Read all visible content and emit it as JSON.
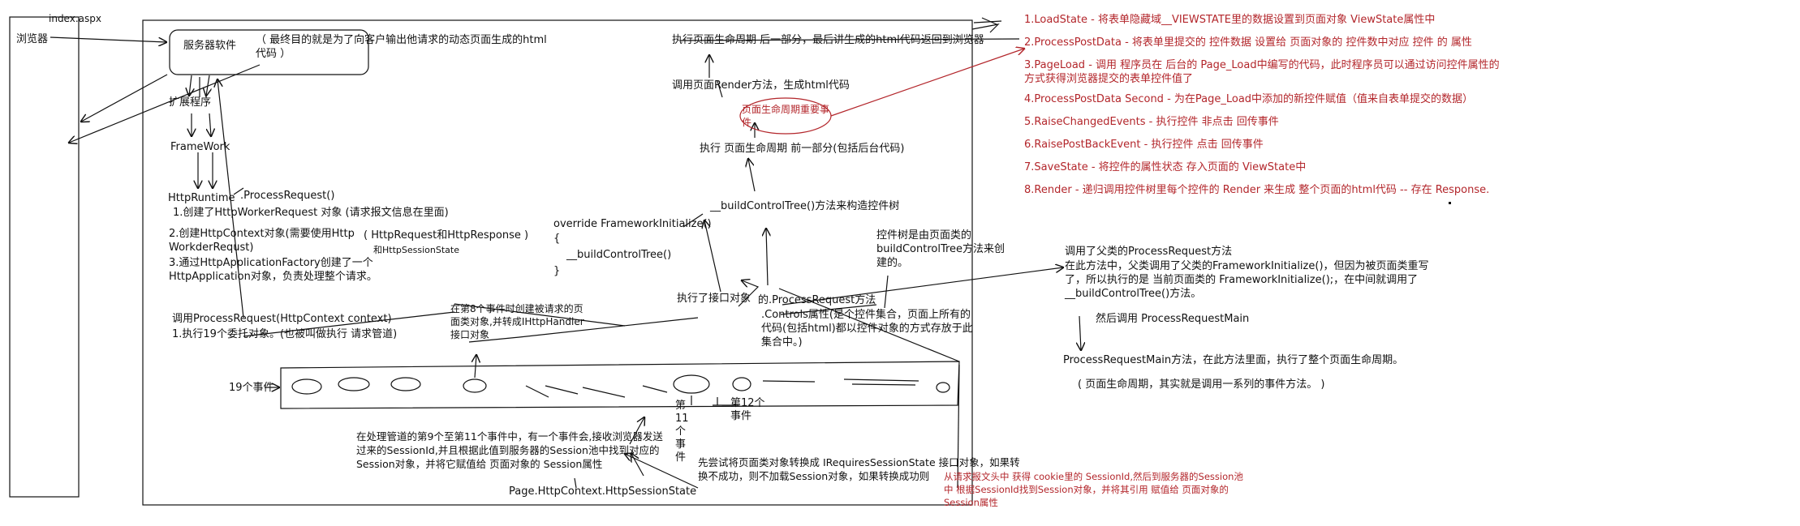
{
  "title_file": "index.aspx",
  "browser": "浏览器",
  "server": {
    "label": "服务器软件",
    "note": "（ 最终目的就是为了向客户输出他请求的动态页面生成的html代码 ）"
  },
  "pipeline": {
    "ext": "扩展程序",
    "framework": "FrameWork",
    "runtime": "HttpRuntime",
    "process_request": ".ProcessRequest()",
    "step1": "1.创建了HttpWorkerRequest 对象 (请求报文信息在里面)",
    "step2": "2.创建HttpContext对象(需要使用Http WorkderRequst)",
    "step2_note": "( HttpRequest和HttpResponse )",
    "step2_note2": "和HttpSessionState",
    "step3": "3.通过HttpApplicationFactory创建了一个HttpApplication对象，负责处理整个请求。",
    "call_pr": "调用ProcessRequest(HttpContext context)",
    "call_pr2": "1.执行19个委托对象。(也被叫做执行 请求管道)",
    "events19": "19个事件",
    "event8": "在第8个事件时创建被请求的页面类对象,并转成IHttpHandler接口对象",
    "event11": "第11个事件",
    "event12": "第12个事件",
    "session_note": "在处理管道的第9个至第11个事件中，有一个事件会,接收浏览器发送过来的SessionId,并且根据此值到服务器的Session池中找到对应的Session对象，并将它赋值给 页面对象的 Session属性",
    "page_ctx": "Page.HttpContext.HttpSessionState",
    "session_convert": "先尝试将页面类对象转换成 IRequiresSessionState 接口对象，如果转换不成功，则不加载Session对象，如果转换成功则",
    "session_convert_red": "从请求报文头中 获得 cookie里的 SessionId,然后到服务器的Session池中 根据SessionId找到Session对象，并将其引用 赋值给 页面对象的Session属性"
  },
  "page": {
    "exec_tail": "执行页面生命周期 后一部分，最后讲生成的html代码返回到浏览器",
    "render": "调用页面Render方法，生成html代码",
    "important": "页面生命周期重要事件",
    "exec_front": "执行 页面生命周期 前一部分(包括后台代码)",
    "build_tree": "__buildControlTree()方法来构造控件树",
    "override": "override FrameworkInitialize()",
    "brace_open": "{",
    "override_body": "__buildControlTree()",
    "brace_close": "}",
    "tree_note": "控件树是由页面类的buildControlTree方法来创建的。",
    "exec_iface": "执行了接口对象",
    "pr_method": "的.ProcessRequest方法",
    "controls": ".Controls属性(是个控件集合，页面上所有的代码(包括html)都以控件对象的方式存放于此集合中。)",
    "parent_pr": "调用了父类的ProcessRequest方法",
    "parent_detail": "在此方法中，父类调用了父类的FrameworkInitialize()，但因为被页面类重写了，所以执行的是 当前页面类的 FrameworkInitialize();，在中间就调用了 __buildControlTree()方法。",
    "then_call": "然后调用 ProcessRequestMain",
    "prm": "ProcessRequestMain方法，在此方法里面，执行了整个页面生命周期。",
    "prm_note": "( 页面生命周期，其实就是调用一系列的事件方法。 )"
  },
  "lifecycle": [
    "1.LoadState - 将表单隐藏域__VIEWSTATE里的数据设置到页面对象 ViewState属性中",
    "2.ProcessPostData - 将表单里提交的 控件数据    设置给 页面对象的 控件数中对应 控件 的 属性",
    "3.PageLoad - 调用 程序员在 后台的 Page_Load中编写的代码，此时程序员可以通过访问控件属性的方式获得浏览器提交的表单控件值了",
    "4.ProcessPostData Second - 为在Page_Load中添加的新控件赋值（值来自表单提交的数据）",
    "5.RaiseChangedEvents - 执行控件 非点击 回传事件",
    "6.RaisePostBackEvent - 执行控件  点击 回传事件",
    "7.SaveState - 将控件的属性状态 存入页面的 ViewState中",
    "8.Render - 递归调用控件树里每个控件的 Render 来生成 整个页面的html代码 -- 存在 Response."
  ],
  "colors": {
    "ink": "#111111",
    "red": "#b3262b"
  }
}
